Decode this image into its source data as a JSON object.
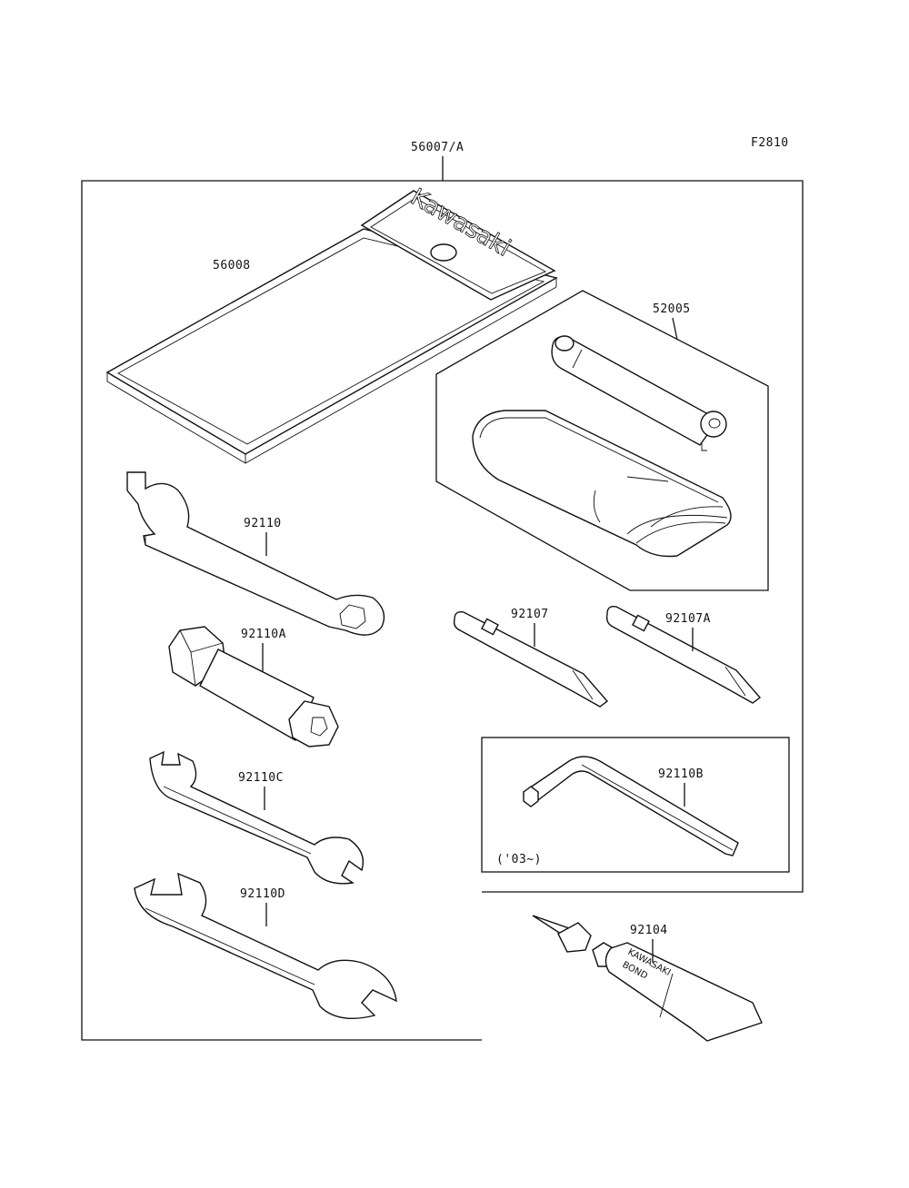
{
  "figure_code": "F2810",
  "kit_part": "56007/A",
  "parts": {
    "case": "56008",
    "pouch": "52005",
    "wrench_a": "92110",
    "socket_wrench": "92110A",
    "wrench_c": "92110C",
    "wrench_d": "92110D",
    "driver_1": "92107",
    "driver_2": "92107A",
    "hex_key": "92110B",
    "bond": "92104"
  },
  "hex_key_note": "('03~)",
  "case_brand": "Kawasaki",
  "bond_brand": "KAWASAKI",
  "bond_text": "BOND"
}
